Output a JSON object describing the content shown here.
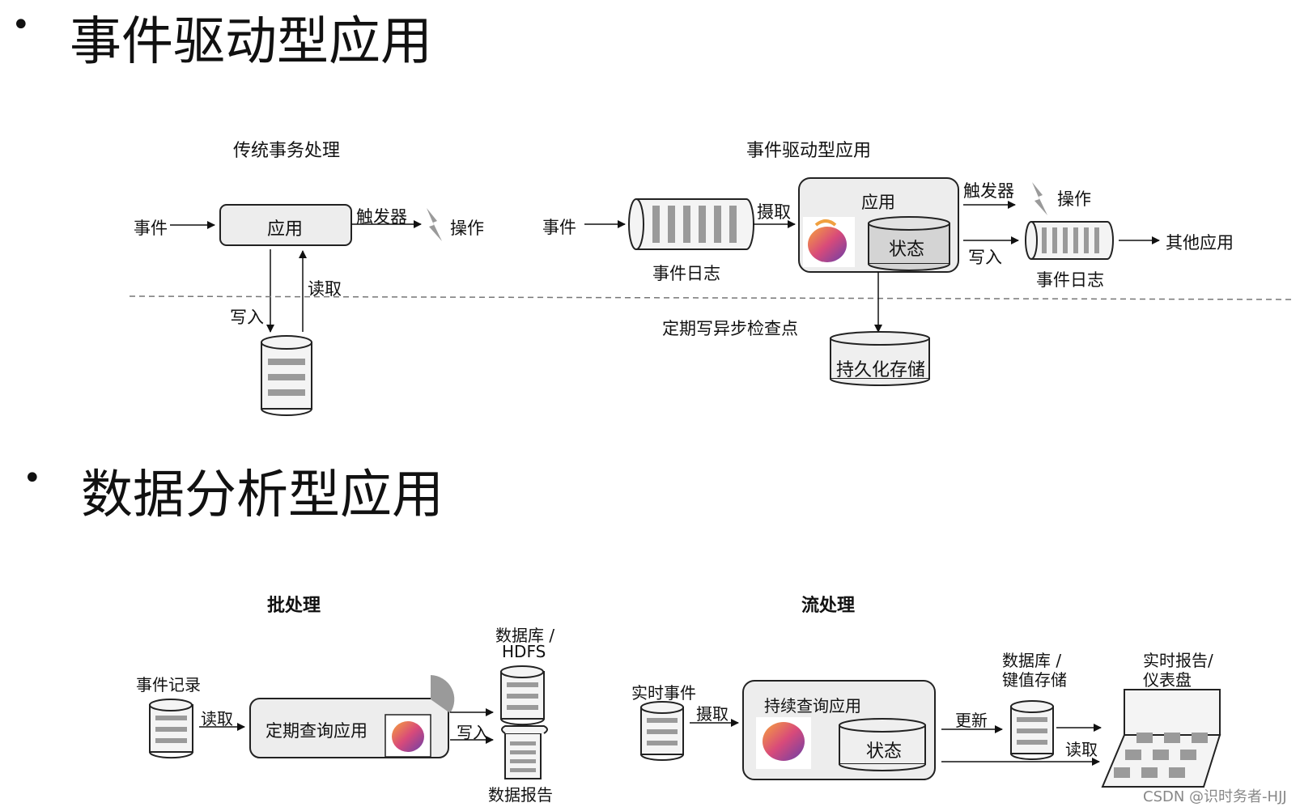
{
  "section1": {
    "bullet": "•",
    "title": "事件驱动型应用",
    "traditional": {
      "title": "传统事务处理",
      "event": "事件",
      "app": "应用",
      "trigger": "触发器",
      "action": "操作",
      "read": "读取",
      "write": "写入"
    },
    "eventdriven": {
      "title": "事件驱动型应用",
      "event": "事件",
      "ingest": "摄取",
      "log1": "事件日志",
      "app": "应用",
      "state": "状态",
      "trigger": "触发器",
      "action": "操作",
      "write": "写入",
      "log2": "事件日志",
      "other": "其他应用",
      "checkpoint": "定期写异步检查点",
      "storage": "持久化存储"
    }
  },
  "section2": {
    "bullet": "•",
    "title": "数据分析型应用",
    "batch": {
      "title": "批处理",
      "records": "事件记录",
      "read": "读取",
      "query": "定期查询应用",
      "write": "写入",
      "db_line1": "数据库 /",
      "db_line2": "HDFS",
      "report": "数据报告"
    },
    "stream": {
      "title": "流处理",
      "realtime": "实时事件",
      "ingest": "摄取",
      "query": "持续查询应用",
      "state": "状态",
      "update": "更新",
      "read": "读取",
      "db_line1": "数据库 /",
      "db_line2": "键值存储",
      "report_line1": "实时报告/",
      "report_line2": "仪表盘"
    }
  },
  "watermark": "CSDN @识时务者-HJJ"
}
